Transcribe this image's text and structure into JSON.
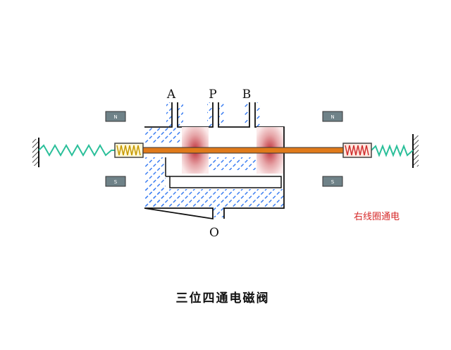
{
  "diagram": {
    "title": "三位四通电磁阀",
    "status": "右线圈通电",
    "ports": {
      "a": "A",
      "p": "P",
      "b": "B",
      "o": "O"
    },
    "magnets": {
      "north": "N",
      "south": "S"
    },
    "colors": {
      "hatch_blue": "#3d7ff2",
      "outline": "#111111",
      "rod": "#e07a1a",
      "spring_left": "#2bbf9a",
      "spring_right": "#2bbf9a",
      "spring_coil_left": "#c79a00",
      "spring_coil_right": "#d03030",
      "spool_core": "#c0303a",
      "magnet_fill": "#6f8288",
      "status_red": "#d62828"
    }
  }
}
